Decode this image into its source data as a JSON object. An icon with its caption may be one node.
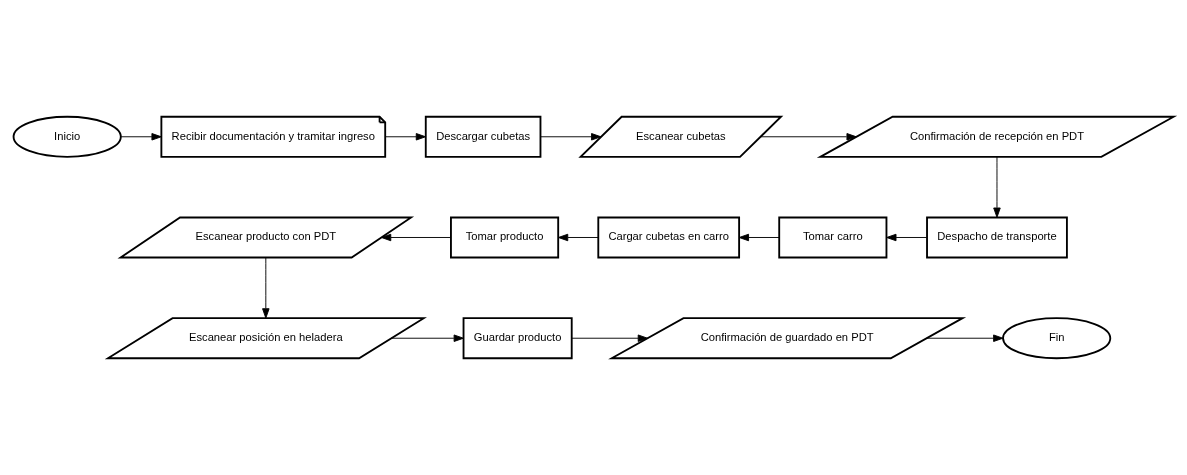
{
  "diagram": {
    "nodes": [
      {
        "text": [
          "Inicio"
        ]
      },
      {
        "text": [
          "Recibir documentación y tramitar ingreso"
        ]
      },
      {
        "text": [
          "Descargar cubetas"
        ]
      },
      {
        "text": [
          "Escanear cubetas"
        ]
      },
      {
        "text": [
          "Confirmación de recepción en PDT"
        ]
      },
      {
        "text": [
          "Despacho de transporte"
        ]
      },
      {
        "text": [
          "Tomar carro"
        ]
      },
      {
        "text": [
          "Cargar cubetas en carro"
        ]
      },
      {
        "text": [
          "Tomar producto"
        ]
      },
      {
        "text": [
          "Escanear producto con PDT"
        ]
      },
      {
        "text": [
          "Escanear posición en heladera"
        ]
      },
      {
        "text": [
          "Guardar producto"
        ]
      },
      {
        "text": [
          "Confirmación de guardado en PDT"
        ]
      },
      {
        "text": [
          "Fin"
        ]
      }
    ],
    "edges": [
      {
        "from": 0,
        "to": 1,
        "arrow": "to"
      },
      {
        "from": 1,
        "to": 2,
        "arrow": "to"
      },
      {
        "from": 2,
        "to": 3,
        "arrow": "to"
      },
      {
        "from": 3,
        "to": 4,
        "arrow": "to"
      },
      {
        "from": 4,
        "to": 5,
        "arrow": "to"
      },
      {
        "from": 5,
        "to": 6,
        "arrow": "to"
      },
      {
        "from": 6,
        "to": 7,
        "arrow": "to"
      },
      {
        "from": 7,
        "to": 8,
        "arrow": "to"
      },
      {
        "from": 8,
        "to": 9,
        "arrow": "to"
      },
      {
        "from": 9,
        "to": 10,
        "arrow": "to"
      },
      {
        "from": 10,
        "to": 11,
        "arrow": "to"
      },
      {
        "from": 11,
        "to": 12,
        "arrow": "to"
      },
      {
        "from": 12,
        "to": 13,
        "arrow": "to"
      }
    ]
  }
}
